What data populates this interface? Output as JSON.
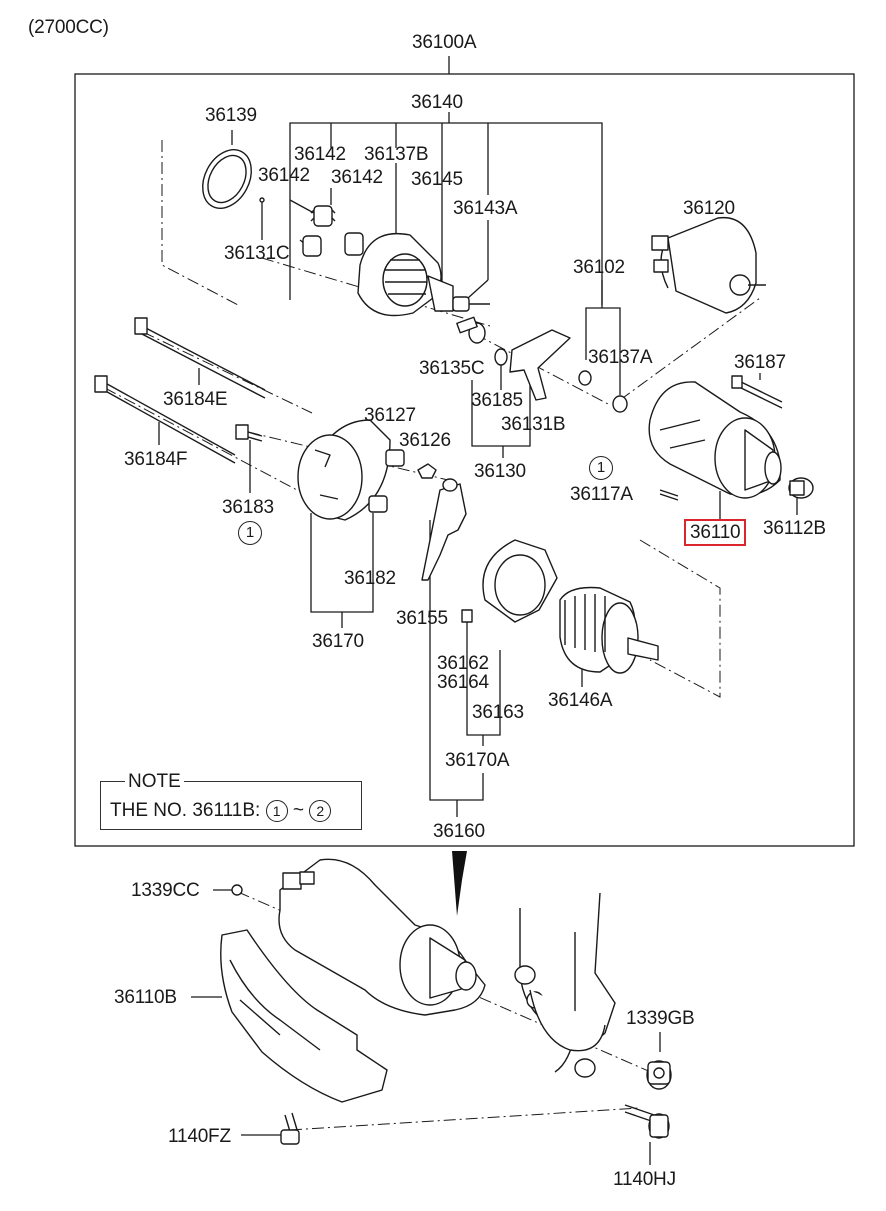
{
  "variant": "(2700CC)",
  "assembly_label": "36100A",
  "highlight_color": "#d9262c",
  "labels": {
    "l36139": "36139",
    "l36140": "36140",
    "l36142a": "36142",
    "l36137B": "36137B",
    "l36142b": "36142",
    "l36142c": "36142",
    "l36145": "36145",
    "l36143A": "36143A",
    "l36131C": "36131C",
    "l36120": "36120",
    "l36102": "36102",
    "l36137A": "36137A",
    "l36135C": "36135C",
    "l36185": "36185",
    "l36131B": "36131B",
    "l36130": "36130",
    "l36187": "36187",
    "l36184E": "36184E",
    "l36127": "36127",
    "l36126": "36126",
    "l36184F": "36184F",
    "l36183": "36183",
    "l36117A": "36117A",
    "l36110": "36110",
    "l36112B": "36112B",
    "l36182": "36182",
    "l36170": "36170",
    "l36155": "36155",
    "l36162": "36162",
    "l36164": "36164",
    "l36163": "36163",
    "l36146A": "36146A",
    "l36170A": "36170A",
    "l36160": "36160",
    "l1339CC": "1339CC",
    "l36110B": "36110B",
    "l1339GB": "1339GB",
    "l1140FZ": "1140FZ",
    "l1140HJ": "1140HJ"
  },
  "circled_one": "1",
  "note": {
    "title": "NOTE",
    "text_prefix": "THE NO. 36111B:",
    "range_start": "1",
    "range_sep": "~",
    "range_end": "2"
  }
}
